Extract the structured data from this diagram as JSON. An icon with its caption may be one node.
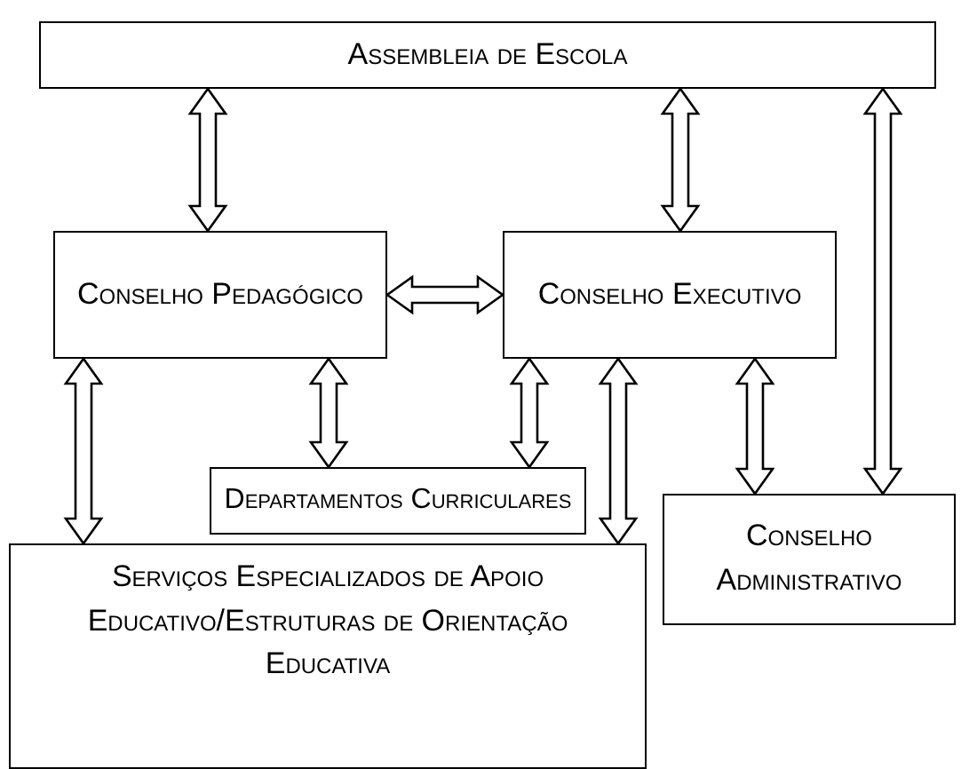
{
  "diagram": {
    "nodes": [
      {
        "text": [
          "Assembleia de Escola"
        ]
      },
      {
        "text": [
          "Conselho Pedagógico"
        ]
      },
      {
        "text": [
          "Conselho Executivo"
        ]
      },
      {
        "text": [
          "Departamentos Curriculares"
        ]
      },
      {
        "text": [
          "Conselho Administrativo"
        ]
      },
      {
        "text": [
          "Serviços Especializados de Apoio Educativo/Estruturas de Orientação Educativa"
        ]
      }
    ],
    "edges": [
      {
        "from": 0,
        "to": 1,
        "arrow": "both"
      },
      {
        "from": 0,
        "to": 2,
        "arrow": "both"
      },
      {
        "from": 0,
        "to": 4,
        "arrow": "both"
      },
      {
        "from": 1,
        "to": 2,
        "arrow": "both"
      },
      {
        "from": 1,
        "to": 3,
        "arrow": "both"
      },
      {
        "from": 2,
        "to": 3,
        "arrow": "both"
      },
      {
        "from": 2,
        "to": 4,
        "arrow": "both"
      },
      {
        "from": 2,
        "to": 5,
        "arrow": "both"
      },
      {
        "from": 1,
        "to": 5,
        "arrow": "both"
      }
    ]
  }
}
